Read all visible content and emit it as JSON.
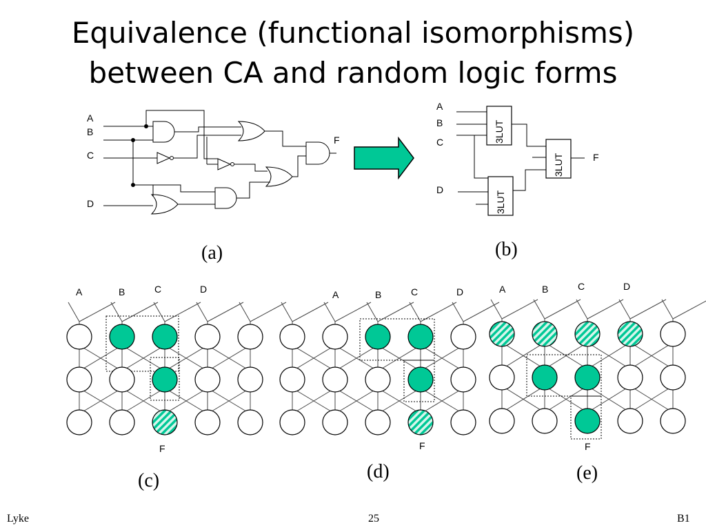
{
  "title": {
    "line1": "Equivalence (functional isomorphisms)",
    "line2": "between CA and random logic forms"
  },
  "panel_a": {
    "inputs": [
      "A",
      "B",
      "C",
      "D"
    ],
    "output": "F",
    "caption": "(a)"
  },
  "panel_b": {
    "inputs": [
      "A",
      "B",
      "C",
      "D"
    ],
    "output": "F",
    "lut_label": "3LUT",
    "caption": "(b)"
  },
  "panel_c": {
    "inputs": [
      "A",
      "B",
      "C",
      "D"
    ],
    "output": "F",
    "caption": "(c)",
    "cells": [
      [
        "empty",
        "solid",
        "solid",
        "empty",
        "empty"
      ],
      [
        "empty",
        "empty",
        "solid",
        "empty",
        "empty"
      ],
      [
        "empty",
        "empty",
        "hatched",
        "empty",
        "empty"
      ]
    ]
  },
  "panel_d": {
    "inputs": [
      "A",
      "B",
      "C",
      "D"
    ],
    "output": "F",
    "caption": "(d)",
    "cells": [
      [
        "empty",
        "empty",
        "solid",
        "solid",
        "empty"
      ],
      [
        "empty",
        "empty",
        "empty",
        "solid",
        "empty"
      ],
      [
        "empty",
        "empty",
        "empty",
        "hatched",
        "empty"
      ]
    ]
  },
  "panel_e": {
    "inputs": [
      "A",
      "B",
      "C",
      "D"
    ],
    "output": "F",
    "caption": "(e)",
    "cells": [
      [
        "hatched",
        "hatched",
        "hatched",
        "hatched",
        "empty"
      ],
      [
        "empty",
        "solid",
        "solid",
        "empty",
        "empty"
      ],
      [
        "empty",
        "empty",
        "solid",
        "empty",
        "empty"
      ]
    ]
  },
  "colors": {
    "accent": "#00c896",
    "hatch_light": "#d8f5ec",
    "arrow": "#00c896"
  },
  "footer": {
    "left": "Lyke",
    "center": "25",
    "right": "B1"
  }
}
